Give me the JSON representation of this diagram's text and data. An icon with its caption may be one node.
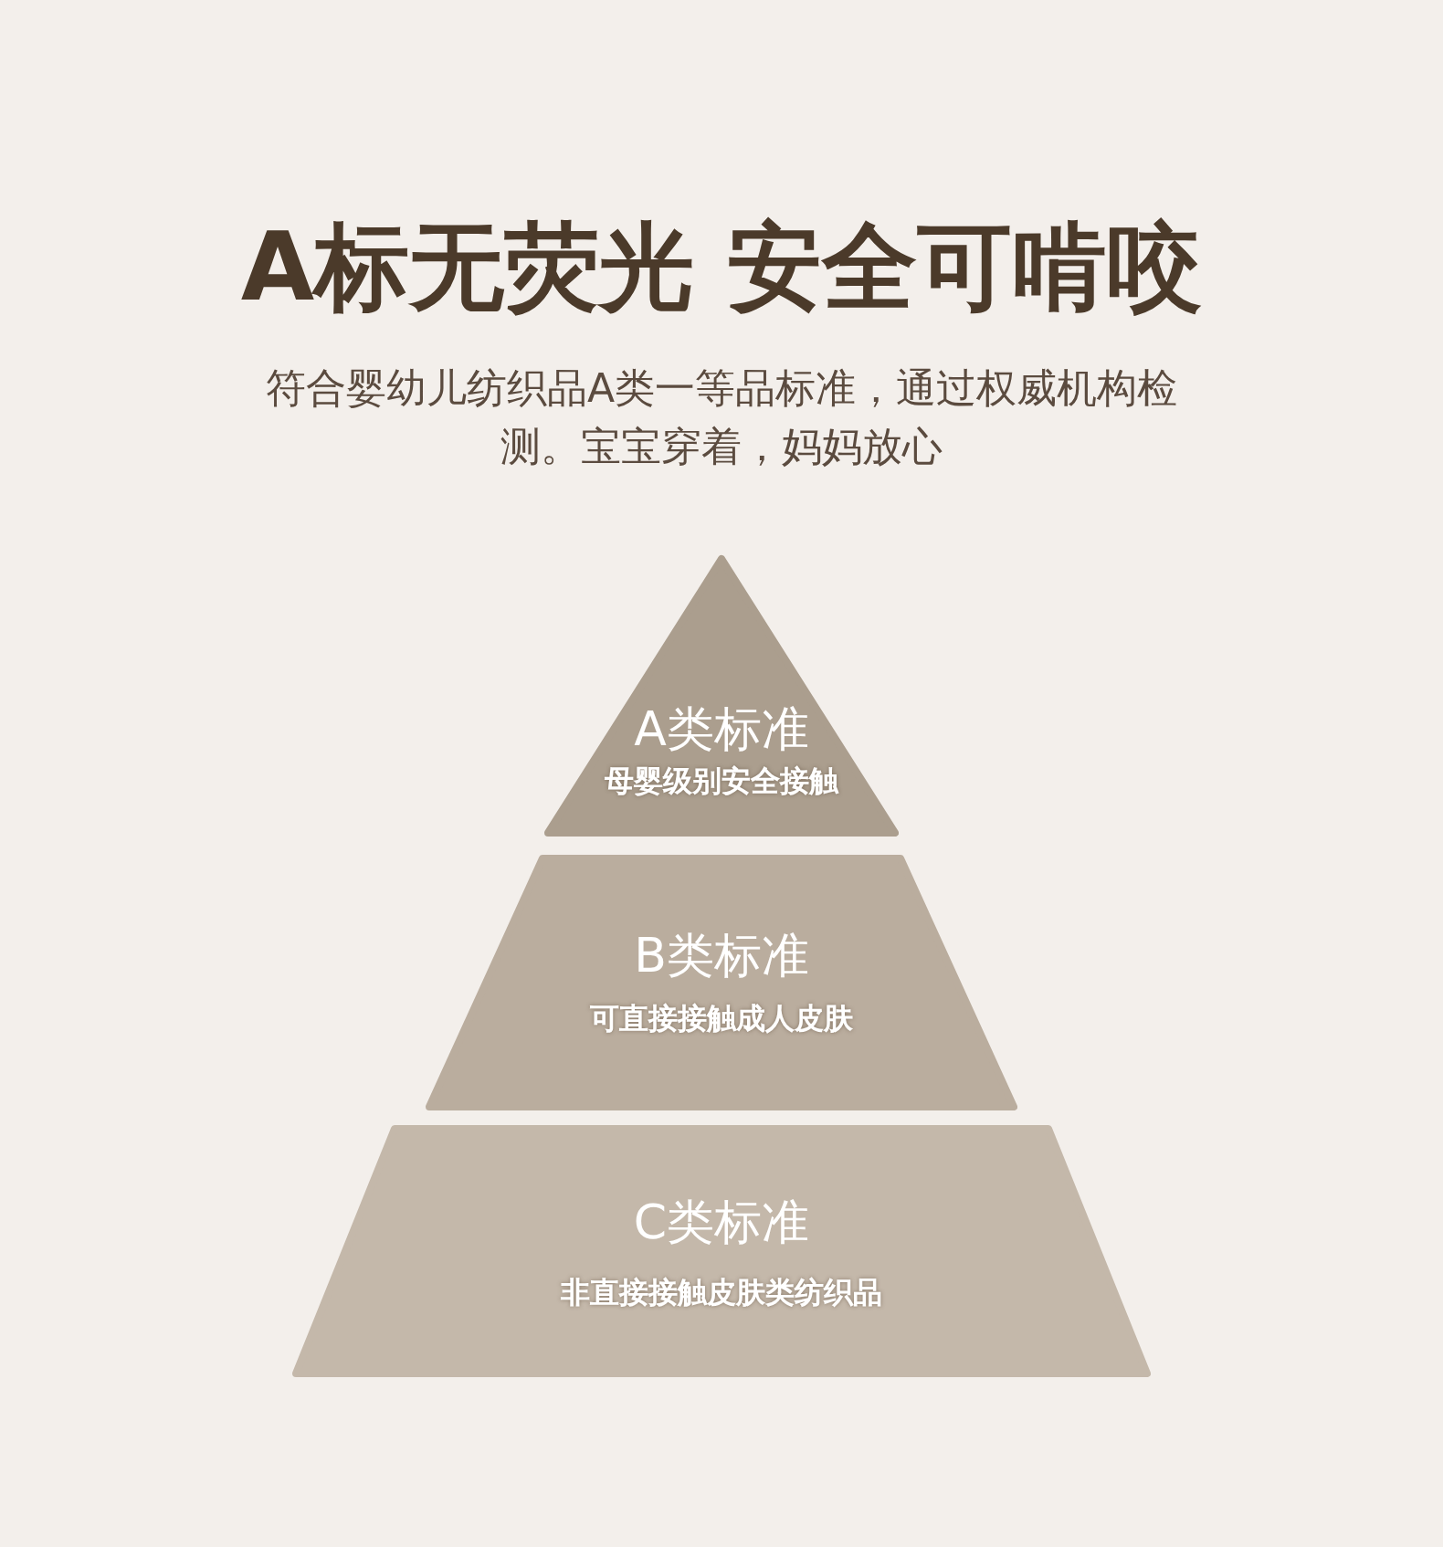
{
  "diagram": {
    "title": "A标无荧光 安全可啃咬",
    "nodes": [
      {
        "text": [
          "A类标准",
          "母婴级别安全接触"
        ]
      },
      {
        "text": [
          "B类标准",
          "可直接接触成人皮肤"
        ]
      },
      {
        "text": [
          "C类标准",
          "非直接接触皮肤类纺织品"
        ]
      }
    ],
    "labels": [
      "符合婴幼儿纺织品A类一等品标准，通过权威机构检测。宝宝穿着，妈妈放心"
    ]
  }
}
